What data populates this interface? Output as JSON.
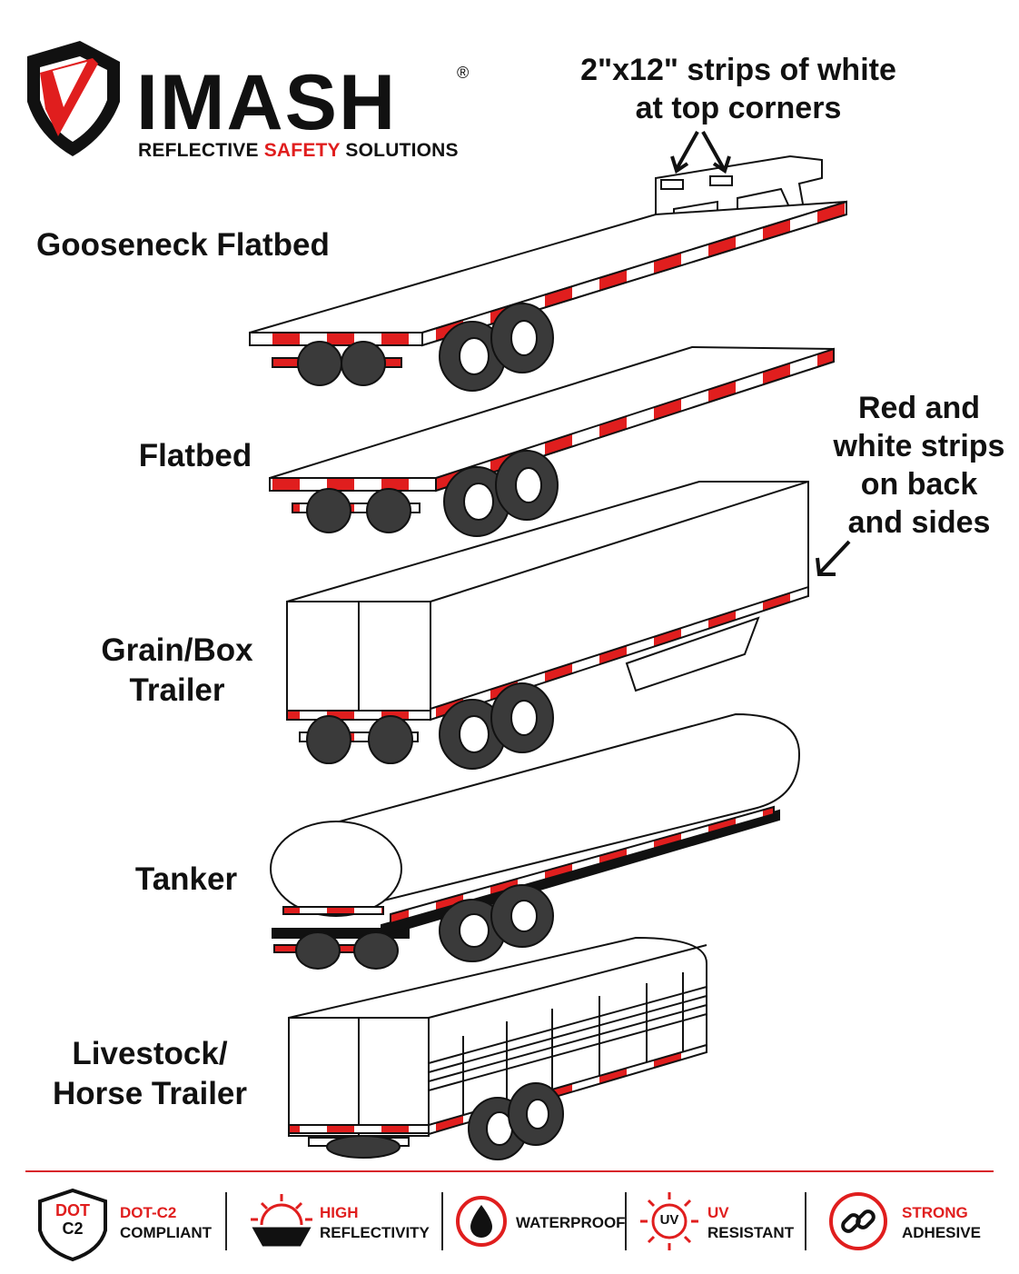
{
  "brand": {
    "name": "IMASH",
    "registered": "®",
    "tagline_part1": "REFLECTIVE ",
    "tagline_part2": "SAFETY",
    "tagline_part3": " SOLUTIONS"
  },
  "callouts": {
    "top_line1": "2\"x12\" strips of white",
    "top_line2": "at top corners",
    "side_line1": "Red and",
    "side_line2": "white strips",
    "side_line3": "on back",
    "side_line4": "and sides"
  },
  "trailers": {
    "gooseneck": "Gooseneck Flatbed",
    "flatbed": "Flatbed",
    "grain_box_line1": "Grain/Box",
    "grain_box_line2": "Trailer",
    "tanker": "Tanker",
    "livestock_line1": "Livestock/",
    "livestock_line2": "Horse Trailer"
  },
  "features": {
    "dot_icon_line1": "DOT",
    "dot_icon_line2": "C2",
    "dot_line1": "DOT-C2",
    "dot_line2": "COMPLIANT",
    "reflect_line1": "HIGH",
    "reflect_line2": "REFLECTIVITY",
    "waterproof": "WATERPROOF",
    "uv_icon": "UV",
    "uv_line1": "UV",
    "uv_line2": "RESISTANT",
    "adhesive_line1": "STRONG",
    "adhesive_line2": "ADHESIVE"
  },
  "colors": {
    "brand_red": "#e01e1e",
    "ink": "#111111",
    "tire": "#3a3a3a"
  }
}
